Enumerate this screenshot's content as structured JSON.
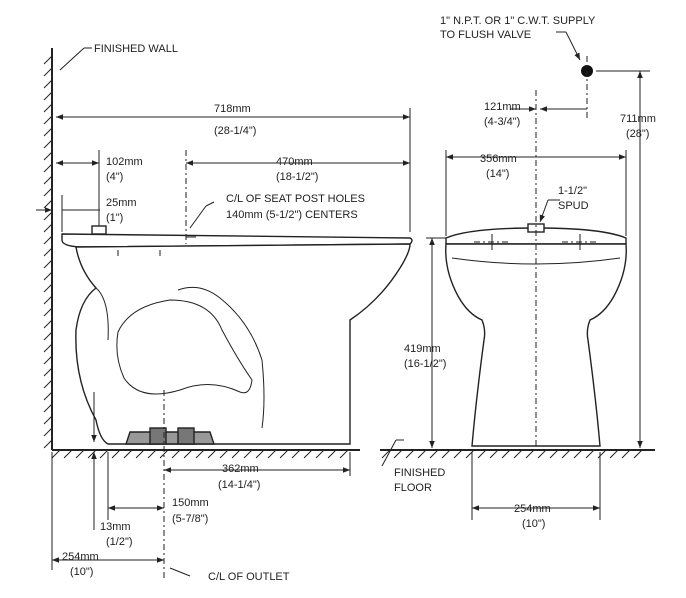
{
  "labels": {
    "finished_wall": "FINISHED WALL",
    "supply_line1": "1\" N.P.T. OR 1\" C.W.T. SUPPLY",
    "supply_line2": "TO FLUSH VALVE",
    "seat_post_line1": "C/L OF SEAT POST HOLES",
    "seat_post_line2": "140mm (5-1/2\") CENTERS",
    "spud_line1": "1-1/2\"",
    "spud_line2": "SPUD",
    "finished_floor_line1": "FINISHED",
    "finished_floor_line2": "FLOOR",
    "cl_outlet": "C/L OF OUTLET"
  },
  "dimensions": {
    "d718": {
      "mm": "718mm",
      "in": "(28-1/4\")"
    },
    "d102": {
      "mm": "102mm",
      "in": "(4\")"
    },
    "d470": {
      "mm": "470mm",
      "in": "(18-1/2\")"
    },
    "d25": {
      "mm": "25mm",
      "in": "(1\")"
    },
    "d121": {
      "mm": "121mm",
      "in": "(4-3/4\")"
    },
    "d711": {
      "mm": "711mm",
      "in": "(28\")"
    },
    "d356": {
      "mm": "356mm",
      "in": "(14\")"
    },
    "d419": {
      "mm": "419mm",
      "in": "(16-1/2\")"
    },
    "d362": {
      "mm": "362mm",
      "in": "(14-1/4\")"
    },
    "d150": {
      "mm": "150mm",
      "in": "(5-7/8\")"
    },
    "d13": {
      "mm": "13mm",
      "in": "(1/2\")"
    },
    "d254a": {
      "mm": "254mm",
      "in": "(10\")"
    },
    "d254b": {
      "mm": "254mm",
      "in": "(10\")"
    }
  }
}
